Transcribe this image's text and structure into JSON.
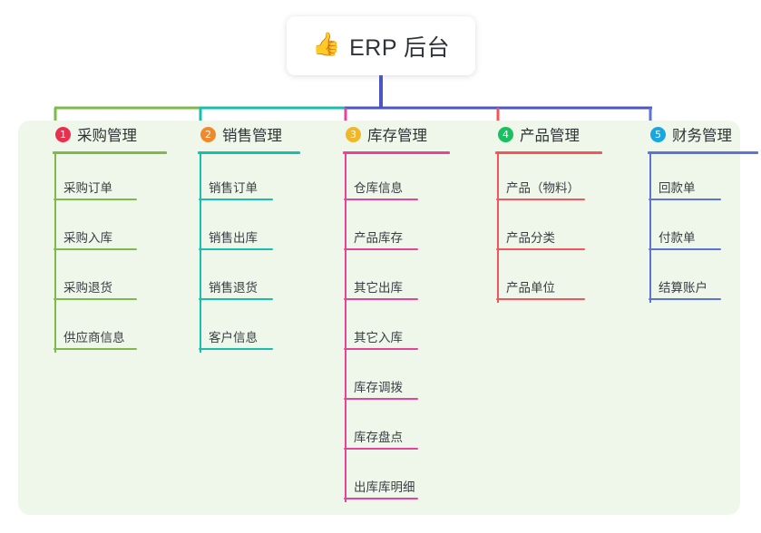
{
  "root": {
    "title": "ERP 后台",
    "icon": "thumbs-up-icon",
    "emoji": "👍"
  },
  "theme": {
    "panel_bg": "#eff7ea",
    "page_bg": "#ffffff",
    "text": "#2f3238",
    "stem_color": "#4b55c4"
  },
  "columns": [
    {
      "number": "1",
      "title": "采购管理",
      "badge_color": "#e8304f",
      "line_color": "#7cbb4a",
      "items": [
        "采购订单",
        "采购入库",
        "采购退货",
        "供应商信息"
      ]
    },
    {
      "number": "2",
      "title": "销售管理",
      "badge_color": "#f0892c",
      "line_color": "#18bfae",
      "items": [
        "销售订单",
        "销售出库",
        "销售退货",
        "客户信息"
      ]
    },
    {
      "number": "3",
      "title": "库存管理",
      "badge_color": "#f0b62c",
      "line_color": "#e8439a",
      "items": [
        "仓库信息",
        "产品库存",
        "其它出库",
        "其它入库",
        "库存调拨",
        "库存盘点",
        "出库库明细"
      ]
    },
    {
      "number": "4",
      "title": "产品管理",
      "badge_color": "#19bf60",
      "line_color": "#f4545a",
      "items": [
        "产品（物料）",
        "产品分类",
        "产品单位"
      ]
    },
    {
      "number": "5",
      "title": "财务管理",
      "badge_color": "#1ba6e0",
      "line_color": "#5c73d8",
      "items": [
        "回款单",
        "付款单",
        "结算账户"
      ]
    }
  ]
}
